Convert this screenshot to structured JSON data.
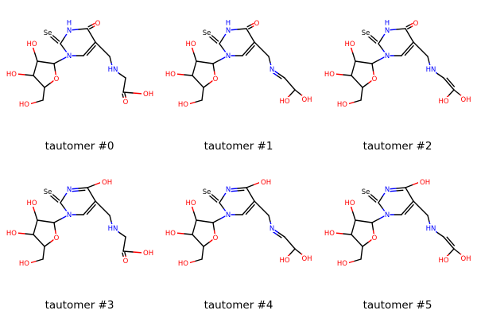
{
  "colors": {
    "bond": "#000000",
    "oxygen": "#ff0000",
    "nitrogen": "#0000ff",
    "selenium": "#000000",
    "background": "#ffffff"
  },
  "panels": [
    {
      "label": "tautomer #0",
      "ring": "keto",
      "chain": "amine"
    },
    {
      "label": "tautomer #1",
      "ring": "keto",
      "chain": "imine"
    },
    {
      "label": "tautomer #2",
      "ring": "keto",
      "chain": "enamine"
    },
    {
      "label": "tautomer #3",
      "ring": "enol",
      "chain": "amine"
    },
    {
      "label": "tautomer #4",
      "ring": "enol",
      "chain": "imine"
    },
    {
      "label": "tautomer #5",
      "ring": "enol",
      "chain": "enamine"
    }
  ]
}
